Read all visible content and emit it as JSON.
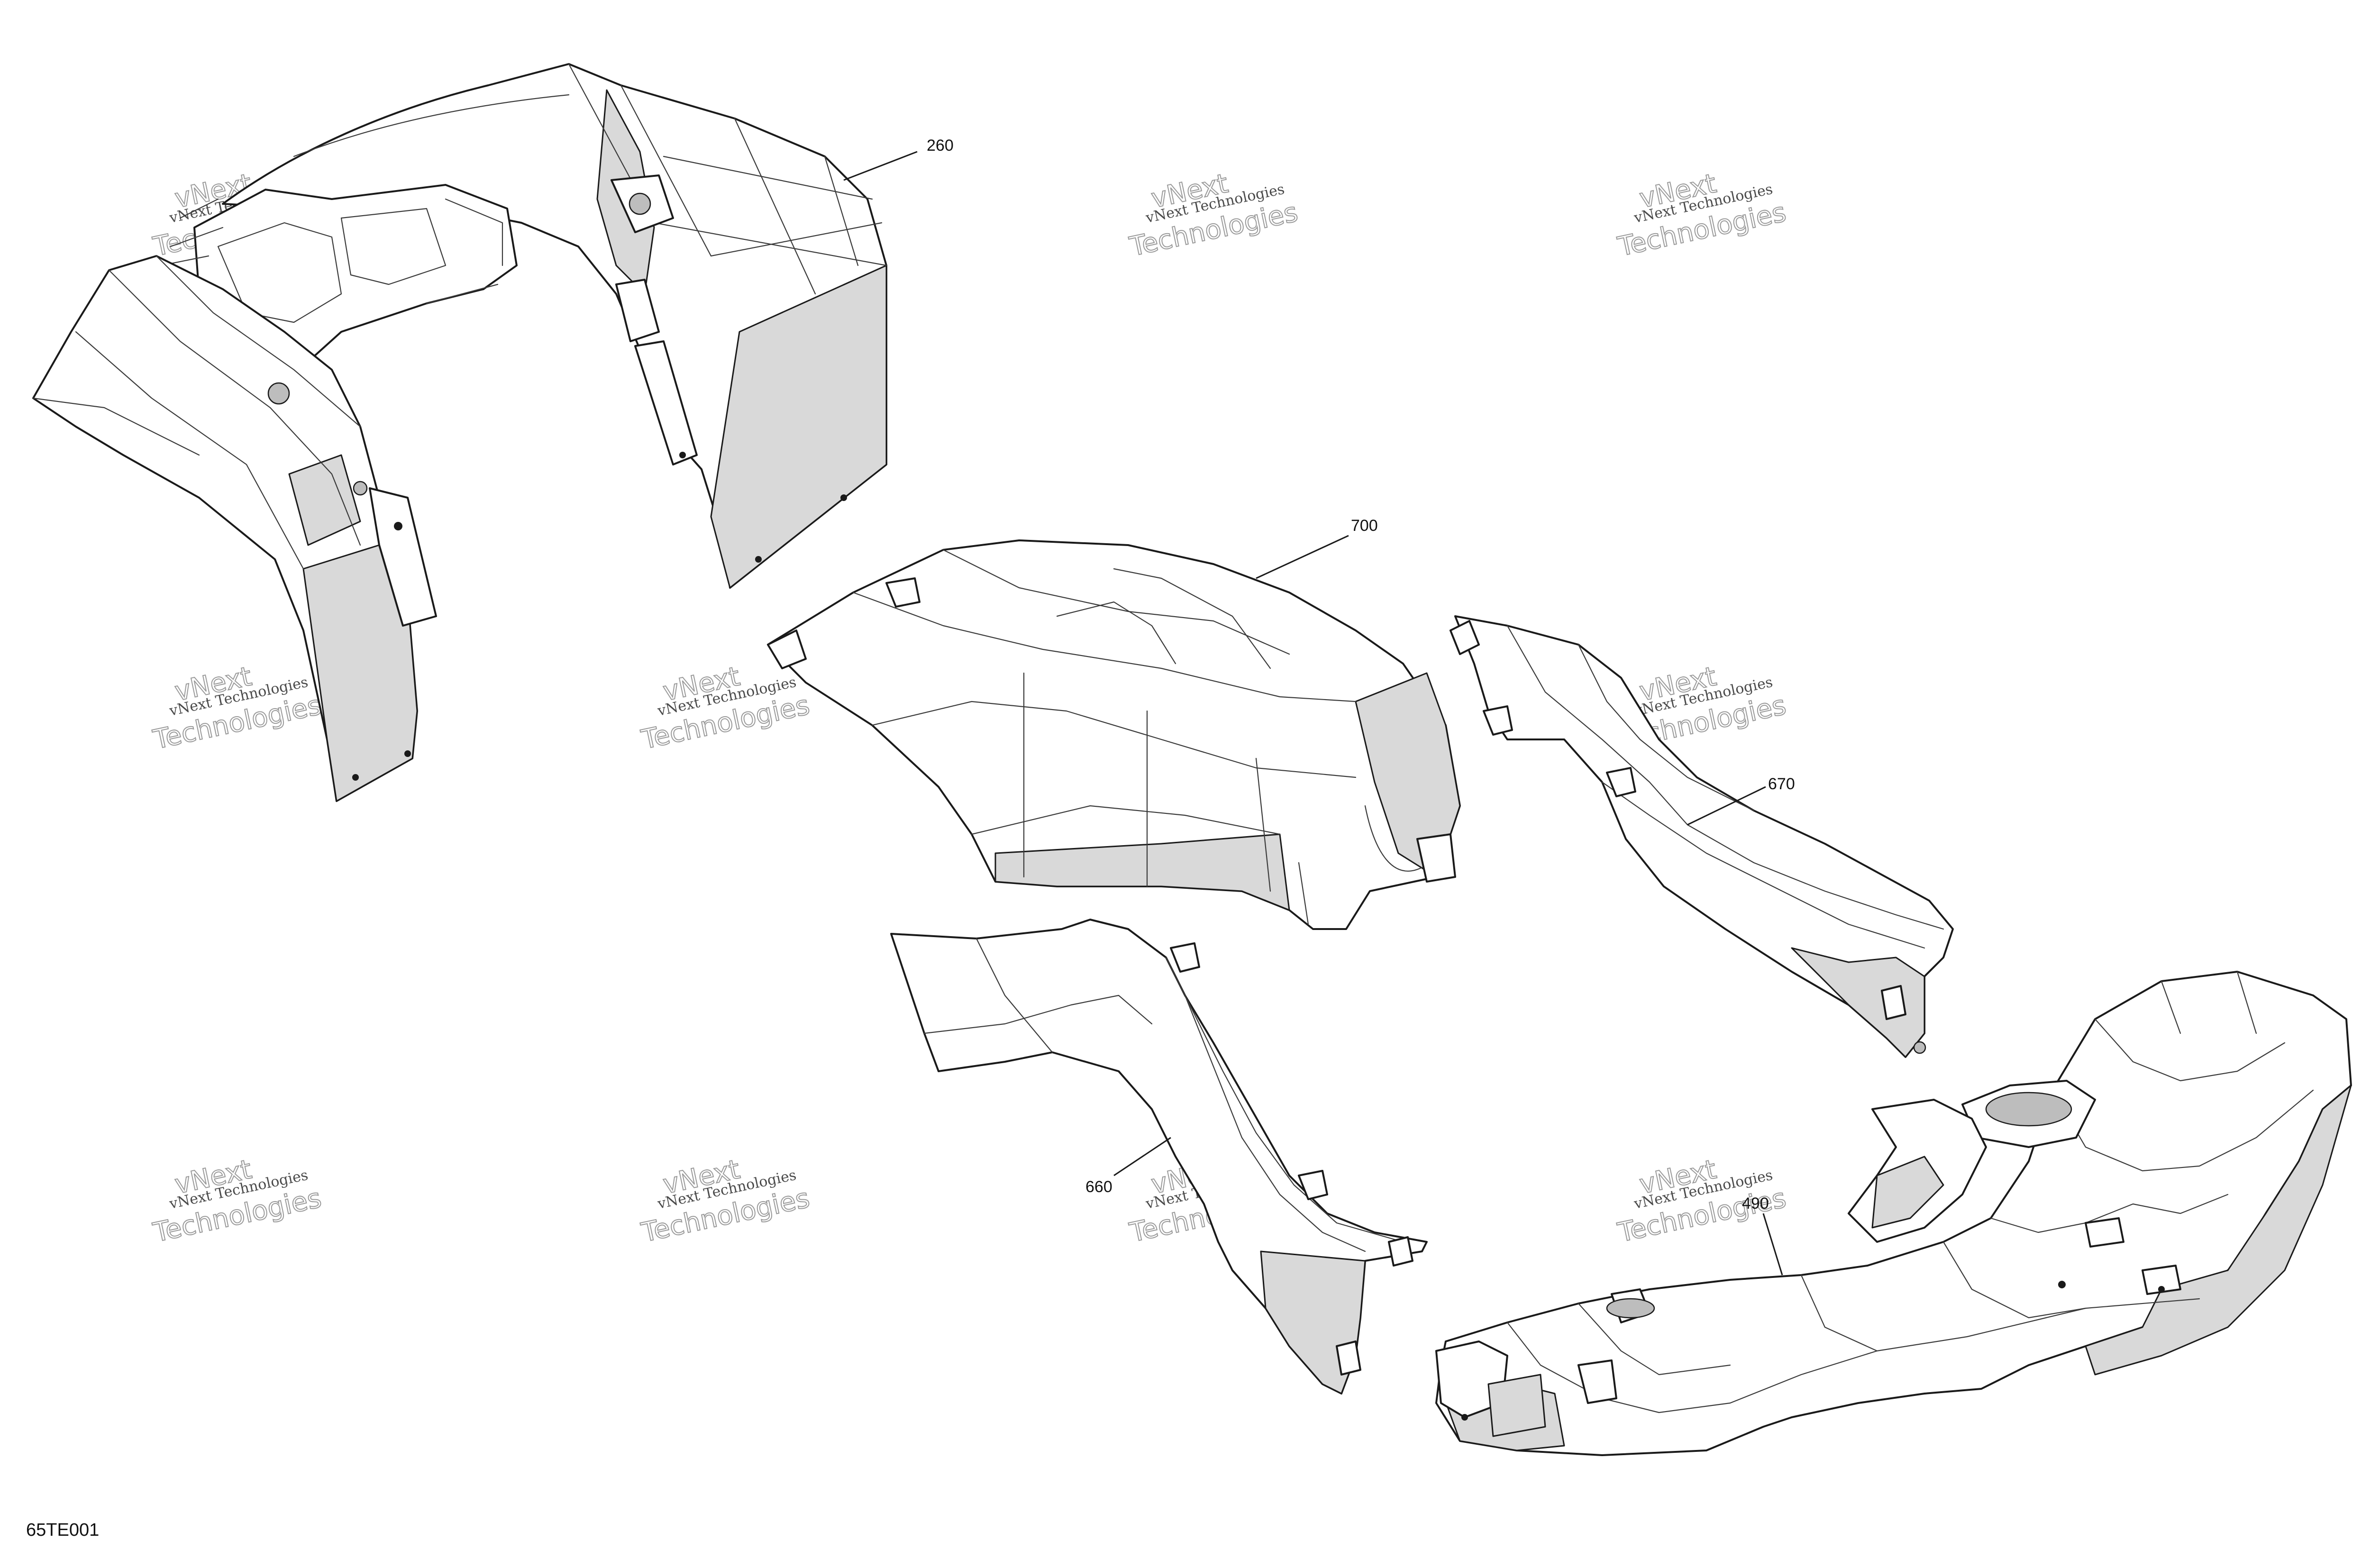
{
  "diagram": {
    "reference_code": "65TE001",
    "callouts": [
      {
        "id": "260",
        "label": "260"
      },
      {
        "id": "700",
        "label": "700"
      },
      {
        "id": "670",
        "label": "670"
      },
      {
        "id": "660",
        "label": "660"
      },
      {
        "id": "490",
        "label": "490"
      }
    ],
    "watermark": {
      "line1": "vNext Technologies",
      "line2_a": "vNext",
      "line2_b": "Technologies"
    }
  }
}
